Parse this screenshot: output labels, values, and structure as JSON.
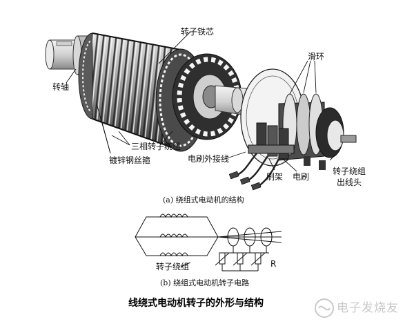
{
  "labels": {
    "rotor_core": "转子铁芯",
    "shaft": "转轴",
    "slip_rings": "滑环",
    "three_phase_winding": "三相转子绕组",
    "binding_wire": "镀锌钢丝箍",
    "brush_lead": "电刷外接线",
    "brush_holder": "刷架",
    "brush": "电刷",
    "winding_lead_line1": "转子绕组",
    "winding_lead_line2": "出线头",
    "rotor_winding": "转子绕组",
    "resistor": "R"
  },
  "captions": {
    "a": "(a) 绕组式电动机的结构",
    "b": "(b) 绕组式电动机转子电路"
  },
  "title": "线绕式电动机转子的外形与结构",
  "watermark": "电子发烧友"
}
